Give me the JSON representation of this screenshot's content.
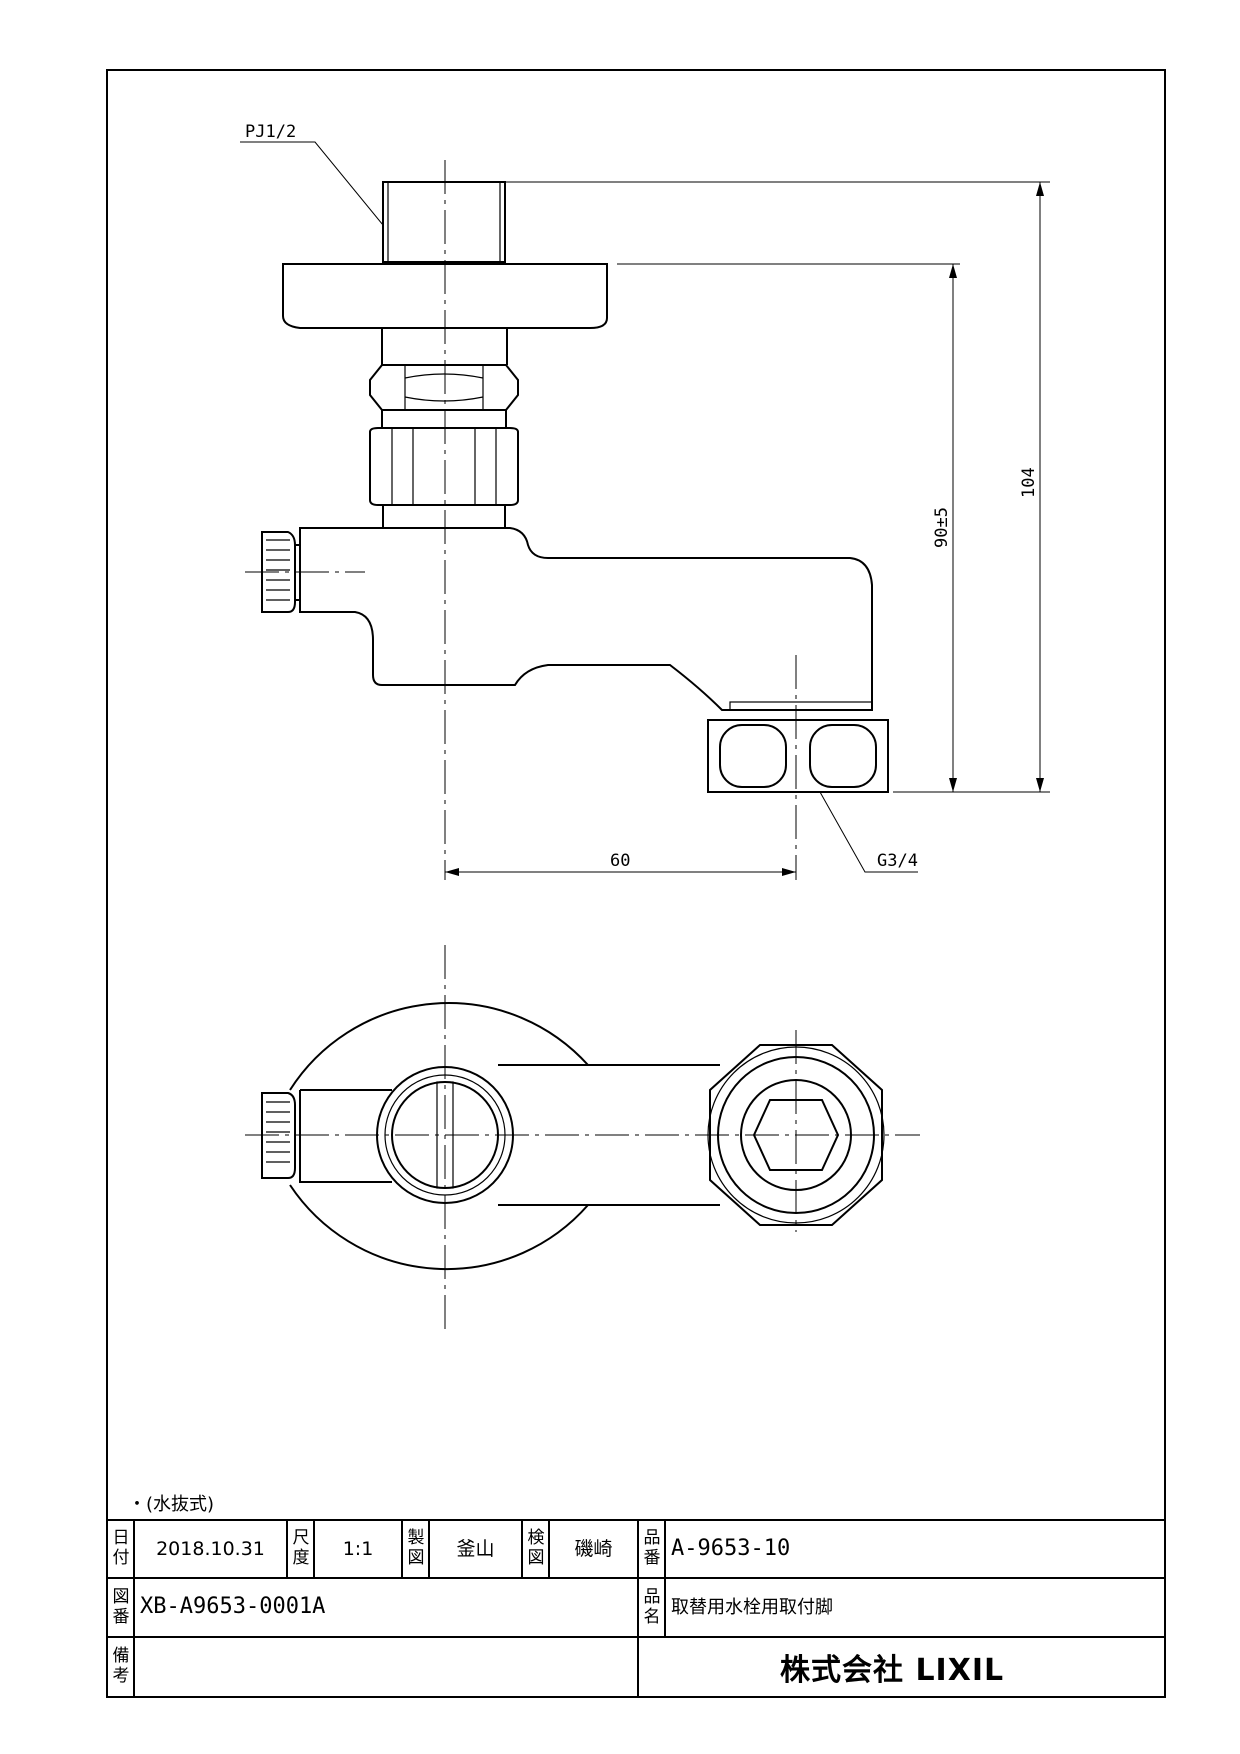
{
  "drawing": {
    "labels": {
      "inlet_thread": "PJ1/2",
      "outlet_thread": "G3/4",
      "dim_horizontal": "60",
      "dim_height_inner": "90±5",
      "dim_height_outer": "104"
    },
    "note": "・(水抜式)"
  },
  "title_block": {
    "date_label": "日付",
    "date_value": "2018.10.31",
    "scale_label": "尺度",
    "scale_value": "1:1",
    "drawn_label": "製図",
    "drawn_value": "釜山",
    "checked_label": "検図",
    "checked_value": "磯崎",
    "part_no_label": "品番",
    "part_no_value": "A-9653-10",
    "drawing_no_label": "図番",
    "drawing_no_value": "XB-A9653-0001A",
    "part_name_label": "品名",
    "part_name_value": "取替用水栓用取付脚",
    "remarks_label": "備考",
    "remarks_value": "",
    "company": "株式会社 LIXIL"
  }
}
